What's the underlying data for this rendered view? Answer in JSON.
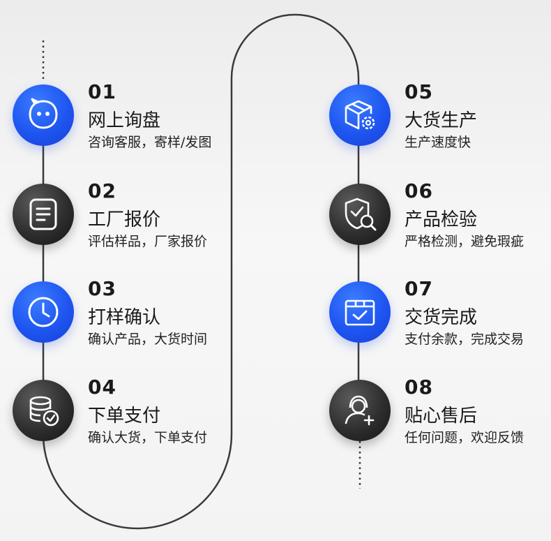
{
  "colors": {
    "blue": "#1e55f0",
    "dark": "#2e2e2e",
    "line": "#3a3a3a"
  },
  "steps": [
    {
      "num": "01",
      "title": "网上询盘",
      "subtitle": "咨询客服，寄样/发图",
      "icon": "chat-face-icon",
      "style": "blue"
    },
    {
      "num": "02",
      "title": "工厂报价",
      "subtitle": "评估样品，厂家报价",
      "icon": "document-icon",
      "style": "dark"
    },
    {
      "num": "03",
      "title": "打样确认",
      "subtitle": "确认产品，大货时间",
      "icon": "clock-icon",
      "style": "blue"
    },
    {
      "num": "04",
      "title": "下单支付",
      "subtitle": "确认大货，下单支付",
      "icon": "database-check-icon",
      "style": "dark"
    },
    {
      "num": "05",
      "title": "大货生产",
      "subtitle": "生产速度快",
      "icon": "box-gear-icon",
      "style": "blue"
    },
    {
      "num": "06",
      "title": "产品检验",
      "subtitle": "严格检测，避免瑕疵",
      "icon": "shield-search-icon",
      "style": "dark"
    },
    {
      "num": "07",
      "title": "交货完成",
      "subtitle": "支付余款，完成交易",
      "icon": "box-check-icon",
      "style": "blue"
    },
    {
      "num": "08",
      "title": "贴心售后",
      "subtitle": "任何问题，欢迎反馈",
      "icon": "support-agent-icon",
      "style": "dark"
    }
  ]
}
